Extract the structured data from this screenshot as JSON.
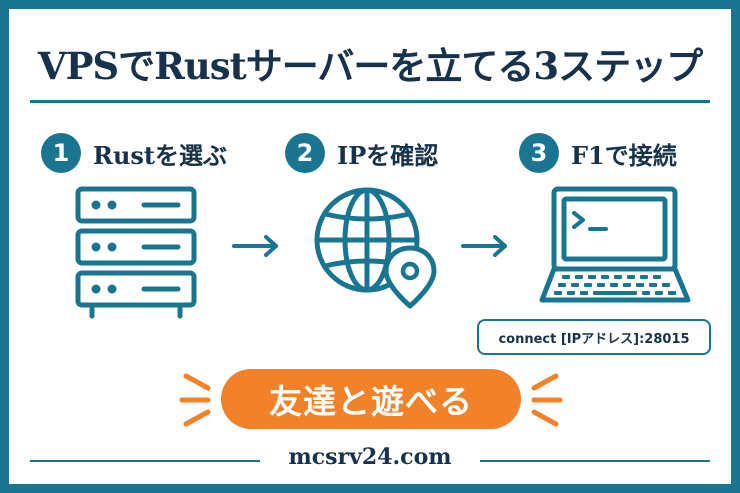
{
  "title": "VPSでRustサーバーを立てる3ステップ",
  "steps": [
    {
      "number": "1",
      "label": "Rustを選ぶ",
      "icon": "server-rack-icon"
    },
    {
      "number": "2",
      "label": "IPを確認",
      "icon": "globe-location-icon"
    },
    {
      "number": "3",
      "label": "F1で接続",
      "icon": "laptop-terminal-icon"
    }
  ],
  "command": "connect [IPアドレス]:28015",
  "cta": "友達と遊べる",
  "site": "mcsrv24.com",
  "colors": {
    "primary": "#1a7590",
    "text": "#17324a",
    "accent": "#f2822a"
  }
}
